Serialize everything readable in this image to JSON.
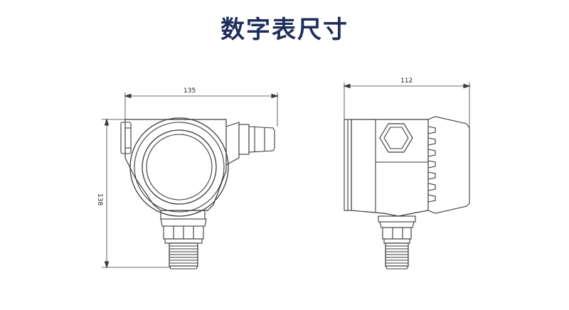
{
  "title": "数字表尺寸",
  "dimensions": {
    "front_width": "135",
    "front_height": "138",
    "side_width": "112"
  }
}
